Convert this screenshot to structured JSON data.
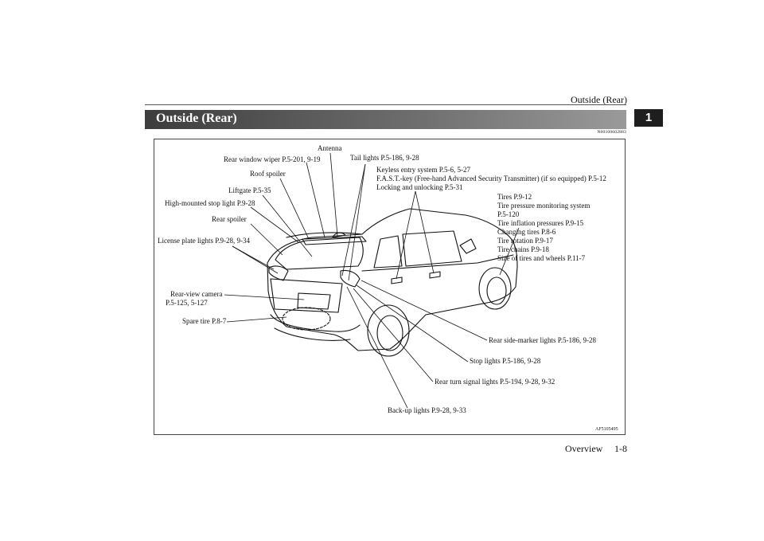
{
  "header": {
    "title": "Outside (Rear)",
    "chapter": "1"
  },
  "section": {
    "title": "Outside (Rear)",
    "code": "N00100602883"
  },
  "labels": {
    "antenna": "Antenna",
    "rear_window_wiper": "Rear window wiper P.5-201, 9-19",
    "tail_lights": "Tail lights P.5-186, 9-28",
    "roof_spoiler": "Roof spoiler",
    "keyless_1": "Keyless entry system P.5-6, 5-27",
    "keyless_2": "F.A.S.T.-key (Free-hand Advanced Security Transmitter) (if so equipped) P.5-12",
    "keyless_3": "Locking and unlocking P.5-31",
    "liftgate": "Liftgate P.5-35",
    "high_mounted": "High-mounted stop light P.9-28",
    "rear_spoiler": "Rear spoiler",
    "license_plate": "License plate lights P.9-28, 9-34",
    "tires": [
      "Tires P.9-12",
      "Tire pressure monitoring system",
      "P.5-120",
      "Tire inflation pressures P.9-15",
      "Changing tires P.8-6",
      "Tire rotation P.9-17",
      "Tire chains P.9-18",
      "Size of tires and wheels P.11-7"
    ],
    "rear_camera_1": "Rear-view camera",
    "rear_camera_2": "P.5-125, 5-127",
    "spare_tire": "Spare tire P.8-7",
    "side_marker": "Rear side-marker lights P.5-186, 9-28",
    "stop_lights": "Stop lights P.5-186, 9-28",
    "turn_signal": "Rear turn signal lights P.5-194, 9-28, 9-32",
    "backup": "Back-up lights P.9-28, 9-33"
  },
  "figure_code": "AF5105495",
  "footer": {
    "section": "Overview",
    "page": "1-8"
  }
}
